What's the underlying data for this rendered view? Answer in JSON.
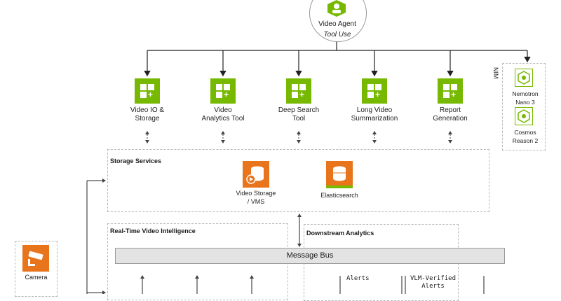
{
  "agent": {
    "title": "Video Agent",
    "subtitle": "Tool Use"
  },
  "tools": [
    {
      "label": "Video IO &\nStorage"
    },
    {
      "label": "Video\nAnalytics Tool"
    },
    {
      "label": "Deep Search\nTool"
    },
    {
      "label": "Long Video\nSummarization"
    },
    {
      "label": "Report\nGeneration"
    }
  ],
  "nim": {
    "label": "NIM",
    "models": [
      {
        "label": "Nemotron\nNano 3"
      },
      {
        "label": "Cosmos\nReason 2"
      }
    ]
  },
  "storage": {
    "title": "Storage Services",
    "items": [
      {
        "label": "Video Storage\n/ VMS"
      },
      {
        "label": "Elasticsearch"
      }
    ]
  },
  "rtvi": {
    "title": "Real-Time Video Intelligence"
  },
  "downstream": {
    "title": "Downstream Analytics",
    "labels": [
      "Alerts",
      "VLM-Verified\nAlerts"
    ]
  },
  "message_bus": {
    "label": "Message Bus"
  },
  "camera": {
    "label": "Camera"
  },
  "colors": {
    "nvidia_green": "#76b900",
    "orange": "#e8741c",
    "bus_gray": "#e3e3e3",
    "line": "#222222",
    "dash": "#b8b8b8"
  }
}
